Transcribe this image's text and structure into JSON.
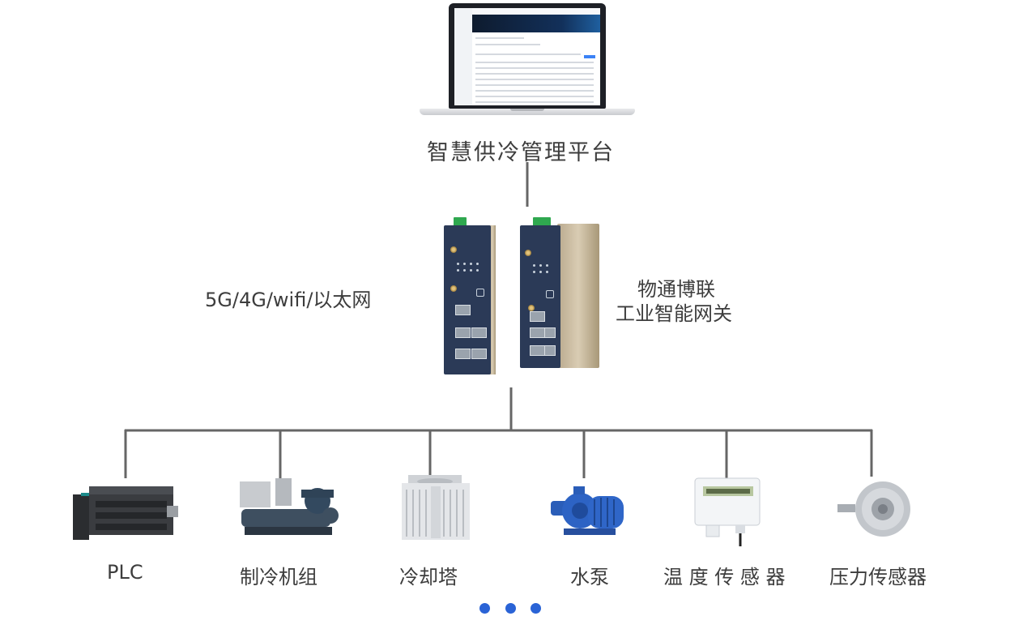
{
  "platform": {
    "label": "智慧供冷管理平台"
  },
  "connectivity": {
    "label": "5G/4G/wifi/以太网"
  },
  "gateway": {
    "line1": "物通博联",
    "line2": "工业智能网关"
  },
  "devices": [
    {
      "label": "PLC",
      "icon": "plc-icon"
    },
    {
      "label": "制冷机组",
      "icon": "chiller-unit-icon"
    },
    {
      "label": "冷却塔",
      "icon": "cooling-tower-icon"
    },
    {
      "label": "水泵",
      "icon": "water-pump-icon"
    },
    {
      "label": "温 度 传 感 器",
      "icon": "temperature-sensor-icon"
    },
    {
      "label": "压力传感器",
      "icon": "pressure-sensor-icon"
    }
  ],
  "colors": {
    "line": "#666666",
    "text": "#3d3d3d",
    "dots": "#2a63d6",
    "gateway_body": "#2b3a57"
  }
}
